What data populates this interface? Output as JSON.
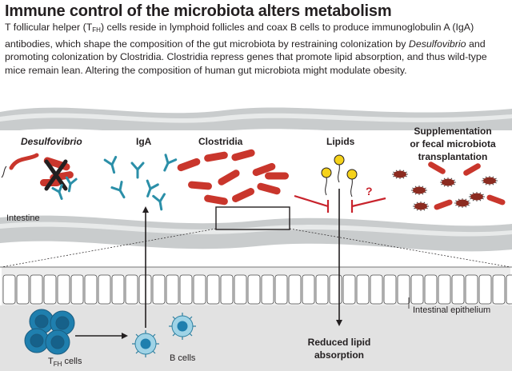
{
  "header": {
    "title": "Immune control of the microbiota alters metabolism",
    "desc_a": "T follicular helper (T",
    "desc_sub": "FH",
    "desc_b": ") cells reside in lymphoid follicles and coax B cells to produce immunoglobulin A (IgA) antibodies, which shape the composition of the gut microbiota by restraining colonization by ",
    "desc_italic": "Desulfovibrio",
    "desc_c": " and promoting colonization by Clostridia. Clostridia repress genes that promote lipid absorption, and thus wild-type mice remain lean. Altering the composition of human gut microbiota might modulate obesity."
  },
  "labels": {
    "desulfovibrio": "Desulfovibrio",
    "iga": "IgA",
    "clostridia": "Clostridia",
    "lipids": "Lipids",
    "supp_1": "Supplementation",
    "supp_2": "or fecal microbiota",
    "supp_3": "transplantation",
    "intestine": "Intestine",
    "question": "?",
    "epithelium": "Intestinal epithelium",
    "reduced_1": "Reduced lipid",
    "reduced_2": "absorption",
    "tfh_main": "T",
    "tfh_sub": "FH",
    "tfh_rest": " cells",
    "bcells": "B cells"
  },
  "colors": {
    "gut_band": "#c9cccd",
    "gut_light": "#e8eaea",
    "bacteria_red": "#c9362c",
    "antibody_teal": "#2b8fa8",
    "lipid_yellow": "#f5d21a",
    "inhibit_red": "#c8232c",
    "tfh_blue": "#1f7fae",
    "bcell_light": "#9fd3e6"
  }
}
